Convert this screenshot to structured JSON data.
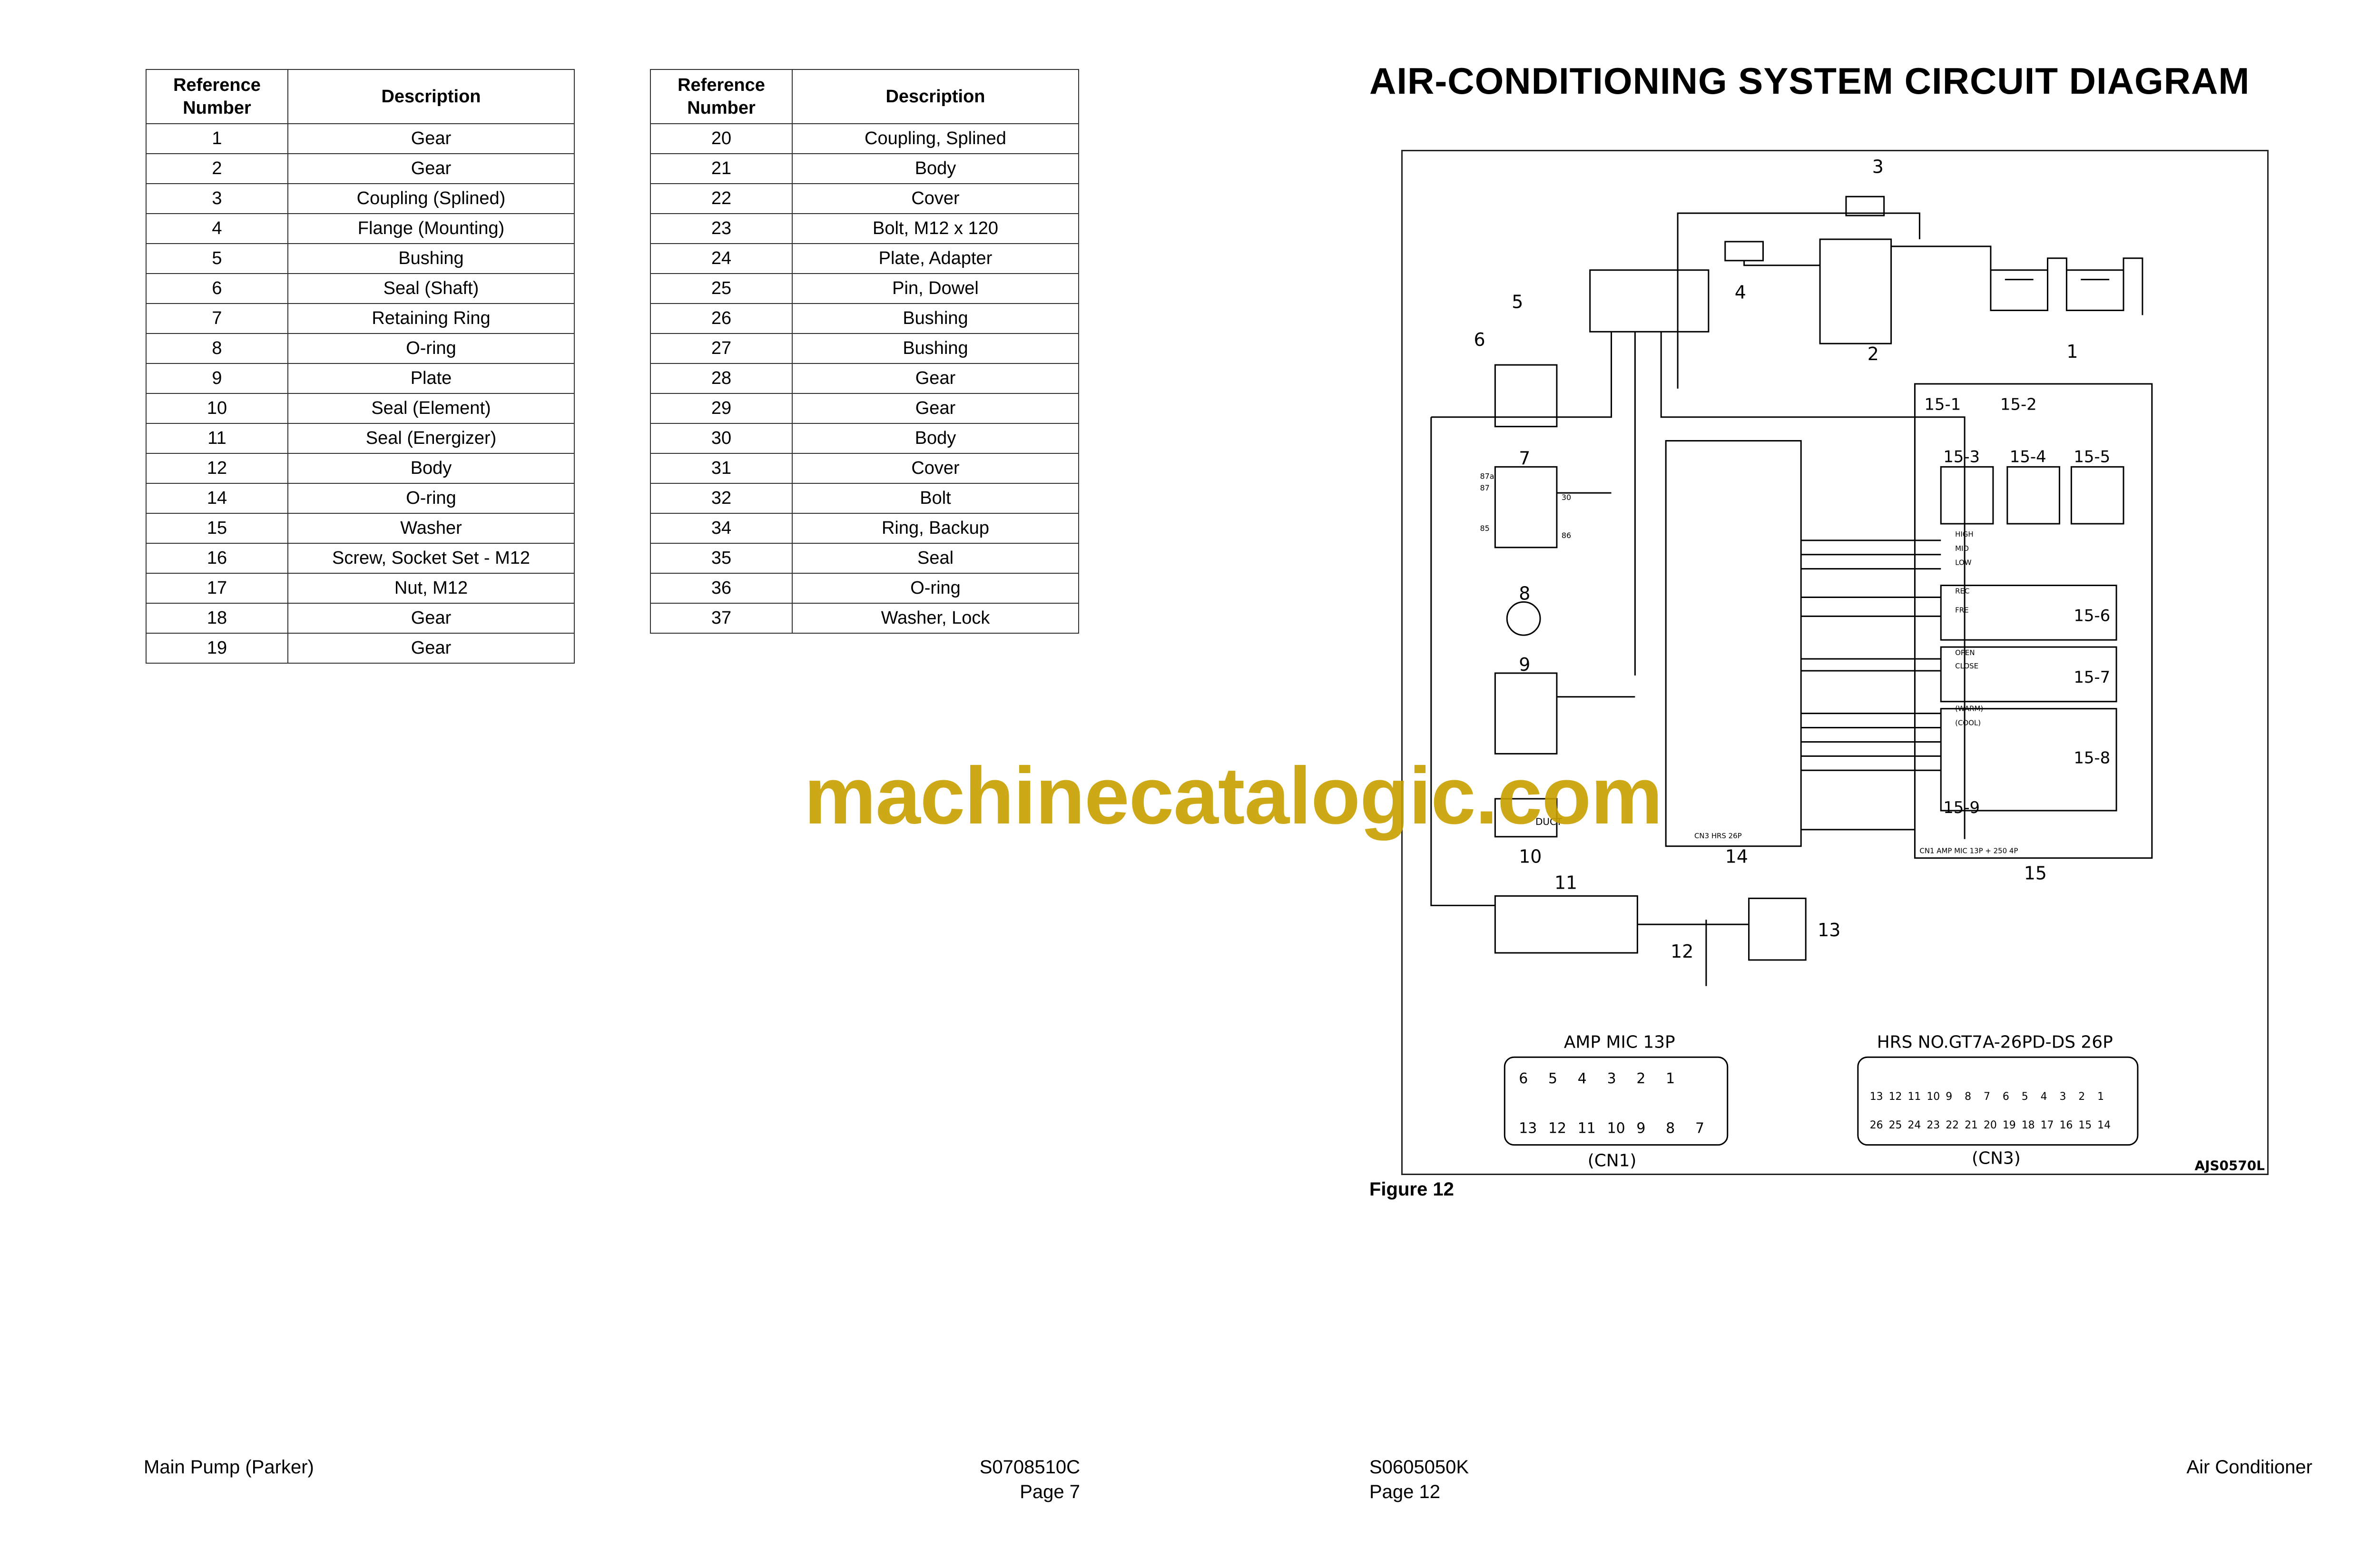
{
  "left_page": {
    "tables": [
      {
        "headers": [
          "Reference\nNumber",
          "Description"
        ],
        "rows": [
          [
            "1",
            "Gear"
          ],
          [
            "2",
            "Gear"
          ],
          [
            "3",
            "Coupling (Splined)"
          ],
          [
            "4",
            "Flange (Mounting)"
          ],
          [
            "5",
            "Bushing"
          ],
          [
            "6",
            "Seal (Shaft)"
          ],
          [
            "7",
            "Retaining Ring"
          ],
          [
            "8",
            "O-ring"
          ],
          [
            "9",
            "Plate"
          ],
          [
            "10",
            "Seal (Element)"
          ],
          [
            "11",
            "Seal (Energizer)"
          ],
          [
            "12",
            "Body"
          ],
          [
            "14",
            "O-ring"
          ],
          [
            "15",
            "Washer"
          ],
          [
            "16",
            "Screw, Socket Set - M12"
          ],
          [
            "17",
            "Nut, M12"
          ],
          [
            "18",
            "Gear"
          ],
          [
            "19",
            "Gear"
          ]
        ]
      },
      {
        "headers": [
          "Reference\nNumber",
          "Description"
        ],
        "rows": [
          [
            "20",
            "Coupling, Splined"
          ],
          [
            "21",
            "Body"
          ],
          [
            "22",
            "Cover"
          ],
          [
            "23",
            "Bolt, M12 x 120"
          ],
          [
            "24",
            "Plate, Adapter"
          ],
          [
            "25",
            "Pin, Dowel"
          ],
          [
            "26",
            "Bushing"
          ],
          [
            "27",
            "Bushing"
          ],
          [
            "28",
            "Gear"
          ],
          [
            "29",
            "Gear"
          ],
          [
            "30",
            "Body"
          ],
          [
            "31",
            "Cover"
          ],
          [
            "32",
            "Bolt"
          ],
          [
            "34",
            "Ring, Backup"
          ],
          [
            "35",
            "Seal"
          ],
          [
            "36",
            "O-ring"
          ],
          [
            "37",
            "Washer, Lock"
          ]
        ]
      }
    ],
    "footer": {
      "left": "Main Pump (Parker)",
      "right_line1": "S0708510C",
      "right_line2": "Page 7"
    }
  },
  "right_page": {
    "title": "AIR-CONDITIONING SYSTEM CIRCUIT DIAGRAM",
    "figure_caption": "Figure 12",
    "diagram": {
      "id_label": "AJS0570L",
      "callouts": [
        "1",
        "2",
        "3",
        "4",
        "5",
        "6",
        "7",
        "8",
        "9",
        "10",
        "11",
        "12",
        "13",
        "14",
        "15",
        "15-1",
        "15-2",
        "15-3",
        "15-4",
        "15-5",
        "15-6",
        "15-7",
        "15-8",
        "15-9"
      ],
      "relay_pins": [
        "87a",
        "87",
        "85",
        "30",
        "86"
      ],
      "signal_labels": [
        "HIGH",
        "MID",
        "LOW",
        "REC",
        "FRE",
        "OPEN",
        "CLOSE",
        "(WARM)",
        "(COOL)"
      ],
      "unit14_label": "CN3  HRS 26P",
      "unit15_label": "CN1  AMP MIC 13P + 250 4P",
      "duct_label": "DUCT",
      "cn1_title": "AMP MIC 13P",
      "cn1_label": "(CN1)",
      "cn1_top_pins": [
        "6",
        "5",
        "4",
        "3",
        "2",
        "1"
      ],
      "cn1_bottom_pins": [
        "13",
        "12",
        "11",
        "10",
        "9",
        "8",
        "7"
      ],
      "cn3_title": "HRS NO.GT7A-26PD-DS 26P",
      "cn3_label": "(CN3)",
      "cn3_top_pins": [
        "13",
        "12",
        "11",
        "10",
        "9",
        "8",
        "7",
        "6",
        "5",
        "4",
        "3",
        "2",
        "1"
      ],
      "cn3_bottom_pins": [
        "26",
        "25",
        "24",
        "23",
        "22",
        "21",
        "20",
        "19",
        "18",
        "17",
        "16",
        "15",
        "14"
      ]
    },
    "footer": {
      "left_line1": "S0605050K",
      "left_line2": "Page 12",
      "right": "Air Conditioner"
    }
  },
  "watermark": "machinecatalogic.com"
}
